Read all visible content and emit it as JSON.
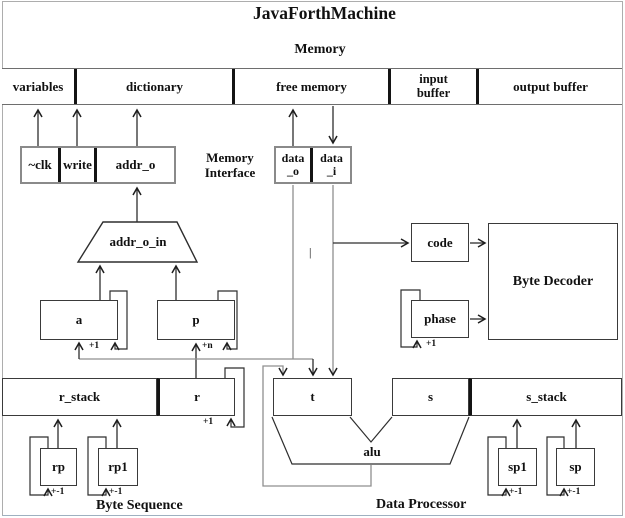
{
  "title": "JavaForthMachine",
  "labels": {
    "memory": "Memory",
    "memory_interface_line1": "Memory",
    "memory_interface_line2": "Interface",
    "byte_sequence": "Byte Sequence",
    "data_processor": "Data Processor",
    "junction_tick": "|"
  },
  "memory_row": {
    "variables": "variables",
    "dictionary": "dictionary",
    "free_memory": "free memory",
    "input_buffer_line1": "input",
    "input_buffer_line2": "buffer",
    "output_buffer": "output buffer"
  },
  "interface_row": {
    "clk": "~clk",
    "write": "write",
    "addr_o": "addr_o",
    "data_o_line1": "data",
    "data_o_line2": "_o",
    "data_i_line1": "data",
    "data_i_line2": "_i"
  },
  "blocks": {
    "addr_o_in": "addr_o_in",
    "a": "a",
    "p": "p",
    "code": "code",
    "phase": "phase",
    "byte_decoder": "Byte Decoder",
    "r_stack": "r_stack",
    "r": "r",
    "t": "t",
    "s": "s",
    "s_stack": "s_stack",
    "alu": "alu",
    "rp": "rp",
    "rp1": "rp1",
    "sp1": "sp1",
    "sp": "sp"
  },
  "increments": {
    "a": "+1",
    "p": "+n",
    "r": "+1",
    "phase": "+1",
    "rp": "+-1",
    "rp1": "+-1",
    "sp1": "+-1",
    "sp": "+-1"
  },
  "colors": {
    "line": "#2e2e2e",
    "gray_line": "#8f8f8f",
    "frame": "#adadad"
  }
}
